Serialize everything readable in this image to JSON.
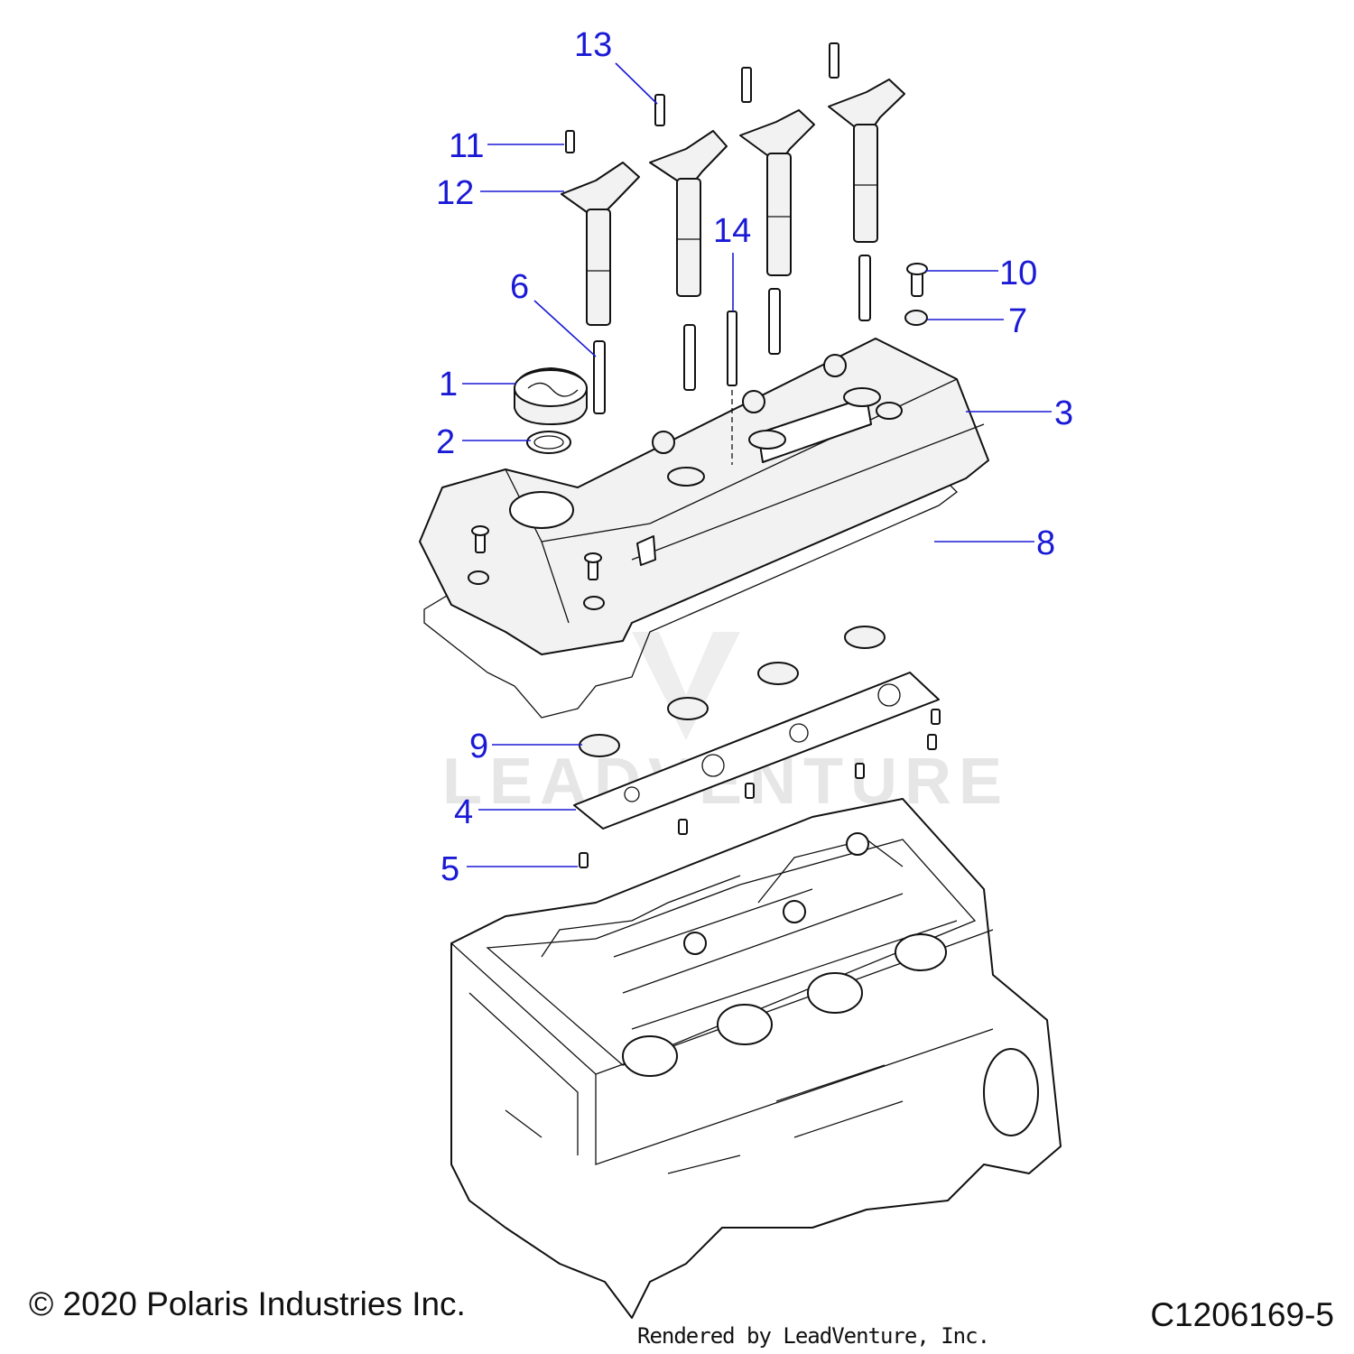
{
  "footer": {
    "copyright": "© 2020 Polaris Industries Inc.",
    "diagram_id": "C1206169-5",
    "rendered_by": "Rendered by LeadVenture, Inc."
  },
  "watermark": "LEADVENTURE",
  "callouts": [
    {
      "id": "1",
      "label": "1"
    },
    {
      "id": "2",
      "label": "2"
    },
    {
      "id": "3",
      "label": "3"
    },
    {
      "id": "4",
      "label": "4"
    },
    {
      "id": "5",
      "label": "5"
    },
    {
      "id": "6",
      "label": "6"
    },
    {
      "id": "7",
      "label": "7"
    },
    {
      "id": "8",
      "label": "8"
    },
    {
      "id": "9",
      "label": "9"
    },
    {
      "id": "10",
      "label": "10"
    },
    {
      "id": "11",
      "label": "11"
    },
    {
      "id": "12",
      "label": "12"
    },
    {
      "id": "13",
      "label": "13"
    },
    {
      "id": "14",
      "label": "14"
    }
  ],
  "colors": {
    "callout": "#1a1ad6",
    "outline": "#111111"
  }
}
